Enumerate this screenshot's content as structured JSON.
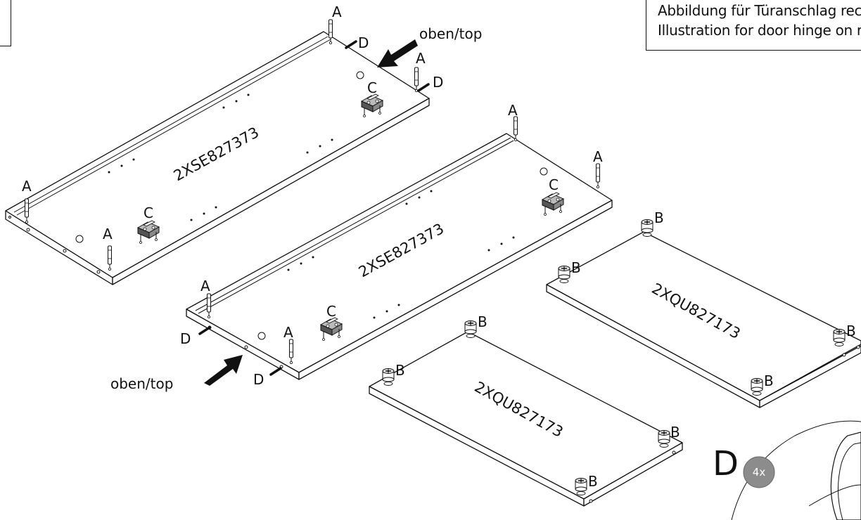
{
  "caption": {
    "line1": "Abbildung für Türanschlag rechts",
    "line2": "Illustration for door hinge on right"
  },
  "labels": {
    "dowel": "A",
    "cam": "B",
    "hinge": "C",
    "pin": "D",
    "orientation": "oben/top"
  },
  "panels": {
    "side_code": "2XSE827373",
    "shelf_code": "2XQU827173"
  },
  "detail": {
    "letter": "D",
    "count": "4x"
  },
  "colors": {
    "ink": "#111111",
    "paper": "#ffffff",
    "badge": "#8c8c8c"
  }
}
